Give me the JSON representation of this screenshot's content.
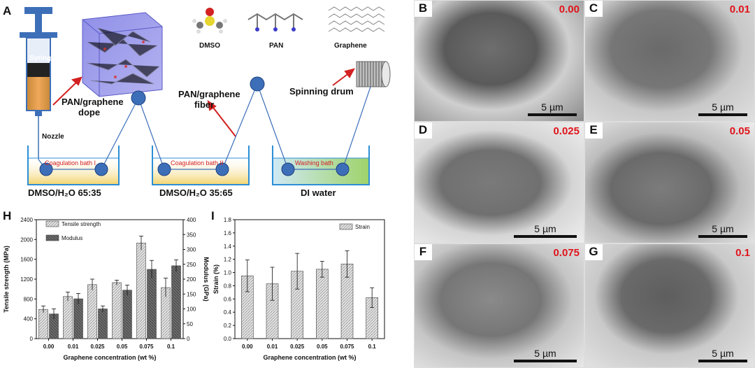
{
  "panelA": {
    "letter": "A",
    "syringe_label": "Syringe",
    "nozzle_label": "Nozzle",
    "dope_label_1": "PAN/graphene",
    "dope_label_2": "dope",
    "fiber_label_1": "PAN/graphene",
    "fiber_label_2": "fiber",
    "drum_label": "Spinning drum",
    "molecules": [
      "DMSO",
      "PAN",
      "Graphene"
    ],
    "baths": [
      {
        "name": "Coagulation bath I",
        "solvent": "DMSO/H₂O 65:35"
      },
      {
        "name": "Coagulation bath II",
        "solvent": "DMSO/H₂O 35:65"
      },
      {
        "name": "Washing bath",
        "solvent": "DI water"
      }
    ]
  },
  "sem_panels": [
    {
      "letter": "B",
      "concentration": "0.00",
      "scale": "5 µm"
    },
    {
      "letter": "C",
      "concentration": "0.01",
      "scale": "5 µm"
    },
    {
      "letter": "D",
      "concentration": "0.025",
      "scale": "5 µm"
    },
    {
      "letter": "E",
      "concentration": "0.05",
      "scale": "5 µm"
    },
    {
      "letter": "F",
      "concentration": "0.075",
      "scale": "5 µm"
    },
    {
      "letter": "G",
      "concentration": "0.1",
      "scale": "5 µm"
    }
  ],
  "chart_data": [
    {
      "panel": "H",
      "type": "bar",
      "categories": [
        "0.00",
        "0.01",
        "0.025",
        "0.05",
        "0.075",
        "0.1"
      ],
      "xlabel": "Graphene concentration (wt %)",
      "ylabel": "Tensile strength (MPa)",
      "ylabel_right": "Modulus (GPa)",
      "ylim": [
        0,
        2400
      ],
      "ylim_right": [
        0,
        400
      ],
      "yticks": [
        0,
        400,
        800,
        1200,
        1600,
        2000,
        2400
      ],
      "yticks_right": [
        0,
        50,
        100,
        150,
        200,
        250,
        300,
        350,
        400
      ],
      "series": [
        {
          "name": "Tensile strength",
          "axis": "left",
          "values": [
            590,
            850,
            1090,
            1130,
            1930,
            1030
          ],
          "errors": [
            70,
            90,
            110,
            50,
            140,
            190
          ],
          "color": "#d4d4d4"
        },
        {
          "name": "Modulus",
          "axis": "right",
          "values": [
            83,
            134,
            100,
            163,
            233,
            245
          ],
          "errors": [
            17,
            18,
            10,
            17,
            30,
            20
          ],
          "color": "#6f6f6f"
        }
      ],
      "legend": "top-left"
    },
    {
      "panel": "I",
      "type": "bar",
      "categories": [
        "0.00",
        "0.01",
        "0.025",
        "0.05",
        "0.075",
        "0.1"
      ],
      "xlabel": "Graphene concentration (wt %)",
      "ylabel": "Strain (%)",
      "ylim": [
        0,
        1.8
      ],
      "yticks": [
        0.0,
        0.2,
        0.4,
        0.6,
        0.8,
        1.0,
        1.2,
        1.4,
        1.6,
        1.8
      ],
      "series": [
        {
          "name": "Strain",
          "values": [
            0.95,
            0.83,
            1.02,
            1.05,
            1.13,
            0.62
          ],
          "errors": [
            0.24,
            0.25,
            0.27,
            0.12,
            0.2,
            0.15
          ],
          "color": "#e6e6e6"
        }
      ],
      "legend": "top-right"
    }
  ]
}
